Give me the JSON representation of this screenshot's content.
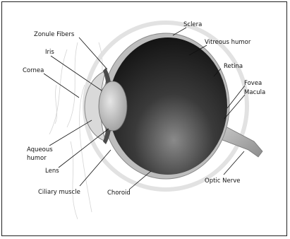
{
  "labels": {
    "sclera": "Sclera",
    "zonule_fibers": "Zonule Fibers",
    "vitreous_humor": "Vitreous humor",
    "iris": "Iris",
    "retina": "Retina",
    "cornea": "Cornea",
    "fovea": "Fovea",
    "macula": "Macula",
    "aqueous_humor_line1": "Aqueous",
    "aqueous_humor_line2": "humor",
    "lens": "Lens",
    "ciliary_muscle": "Ciliary muscle",
    "choroid": "Choroid",
    "optic_nerve": "Optic Nerve"
  }
}
